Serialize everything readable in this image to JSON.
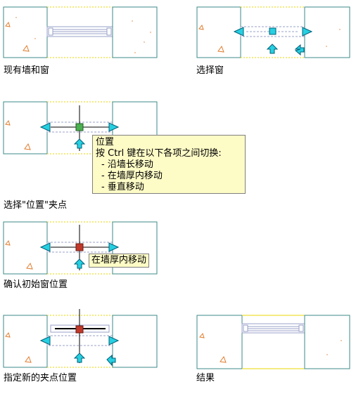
{
  "steps": [
    {
      "caption": "现有墙和窗"
    },
    {
      "caption": "选择窗"
    },
    {
      "caption": "选择\"位置\"夹点"
    },
    {
      "caption": "确认初始窗位置"
    },
    {
      "caption": "指定新的夹点位置"
    },
    {
      "caption": "结果"
    }
  ],
  "tooltip_main": {
    "title": "位置",
    "line1": "按 Ctrl 键在以下各项之间切换:",
    "item1": "- 沿墙长移动",
    "item2": "- 在墙厚内移动",
    "item3": "- 垂直移动"
  },
  "tooltip_small": {
    "text": "在墙厚内移动"
  },
  "colors": {
    "wall_outline": "#3d8a8a",
    "wall_edge_dashed": "#e8d400",
    "hatch_dot": "#e07a2a",
    "grip_fill": "#26d0e0",
    "grip_outline": "#005f7a",
    "grip_selected": "#c0392b",
    "grip_hover": "#4caf50",
    "window_frame": "#9aa0c8",
    "tooltip_bg": "#fdfbc6"
  }
}
